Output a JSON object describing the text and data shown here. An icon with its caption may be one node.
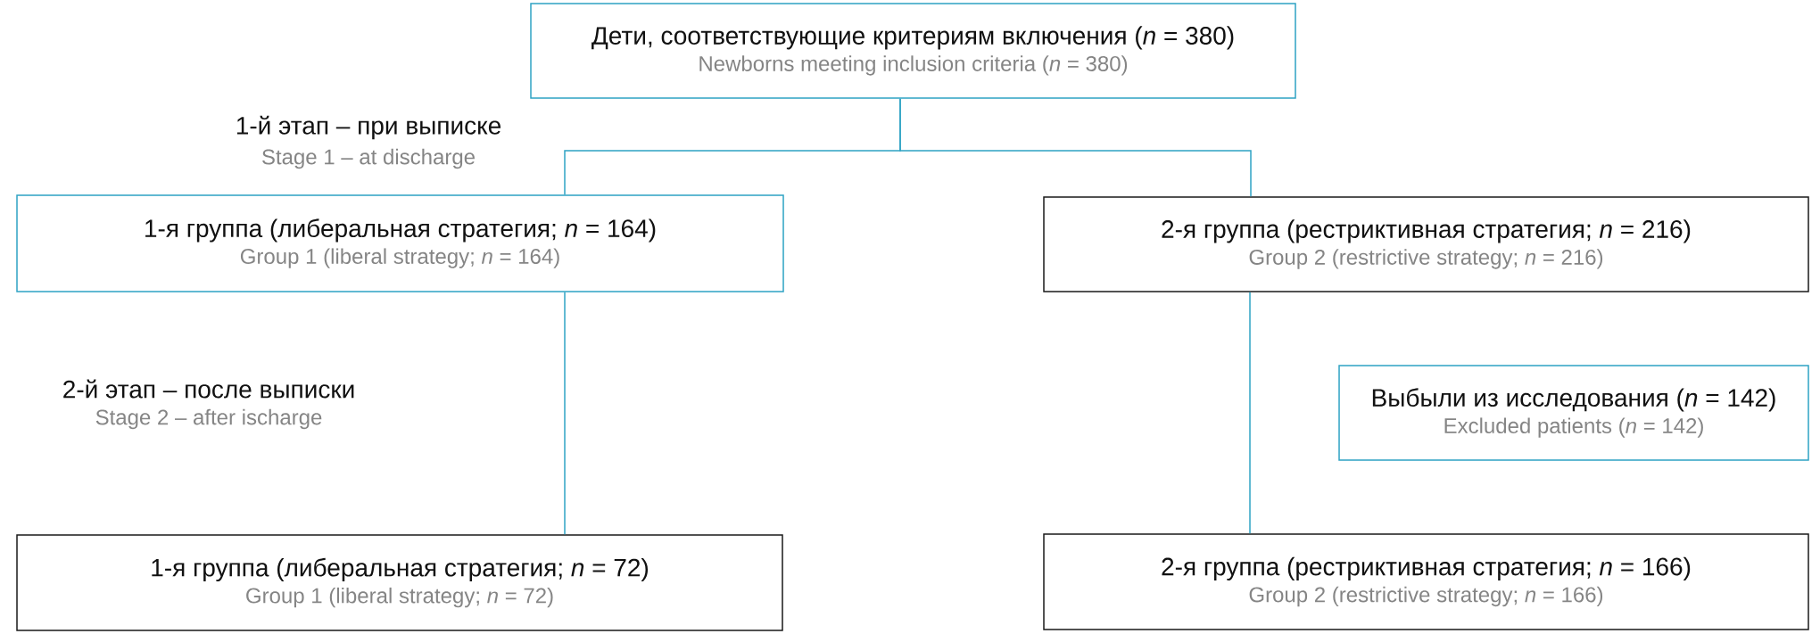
{
  "diagram": {
    "nodes": [
      {
        "text": [
          "Дети, соответствующие критериям включения (*n* = 380)",
          "Newborns meeting inclusion criteria (*n* = 380)"
        ]
      },
      {
        "text": [
          "1-я группа (либеральная стратегия; *n* = 164)",
          "Group 1 (liberal strategy; *n* = 164)"
        ]
      },
      {
        "text": [
          "2-я группа (рестриктивная стратегия; *n* = 216)",
          "Group 2 (restrictive strategy; *n* = 216)"
        ]
      },
      {
        "text": [
          "Выбыли из исследования (*n* = 142)",
          "Excluded patients (*n* = 142)"
        ]
      },
      {
        "text": [
          "1-я группа (либеральная стратегия; *n* = 72)",
          "Group 1 (liberal strategy; *n* = 72)"
        ]
      },
      {
        "text": [
          "2-я группа (рестриктивная стратегия; *n* = 166)",
          "Group 2 (restrictive strategy; *n* = 166)"
        ]
      }
    ],
    "edges": [
      {
        "from": 0,
        "to": 1,
        "arrow": "none"
      },
      {
        "from": 0,
        "to": 2,
        "arrow": "none"
      },
      {
        "from": 1,
        "to": 4,
        "arrow": "none"
      },
      {
        "from": 2,
        "to": 5,
        "arrow": "none"
      }
    ],
    "labels": [
      "1-й этап – при выписке",
      "Stage 1 – at discharge",
      "2-й этап – после выписки",
      "Stage 2 – after ischarge"
    ]
  }
}
